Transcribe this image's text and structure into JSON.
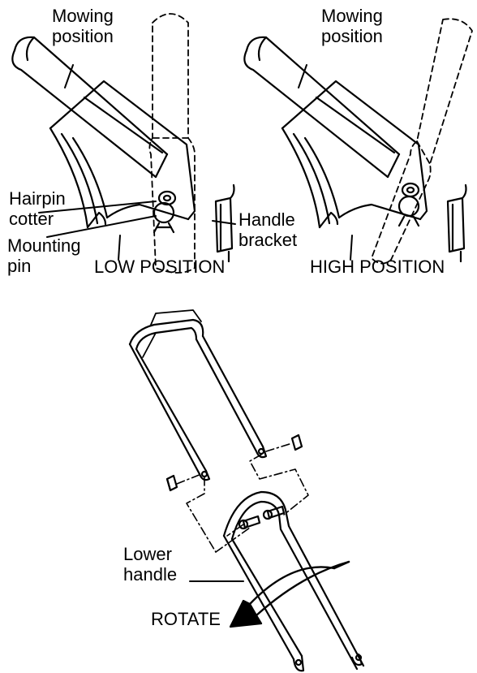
{
  "diagram": {
    "labels": {
      "mowing_position_left": [
        "Mowing",
        "position"
      ],
      "mowing_position_right": [
        "Mowing",
        "position"
      ],
      "hairpin_cotter": [
        "Hairpin",
        "cotter"
      ],
      "mounting_pin": [
        "Mounting",
        "pin"
      ],
      "handle_bracket": [
        "Handle",
        "bracket"
      ],
      "low_position": "LOW POSITION",
      "high_position": "HIGH POSITION",
      "lower_handle": [
        "Lower",
        "handle"
      ],
      "rotate": "ROTATE"
    },
    "colors": {
      "ink": "#000000",
      "paper": "#ffffff"
    }
  }
}
